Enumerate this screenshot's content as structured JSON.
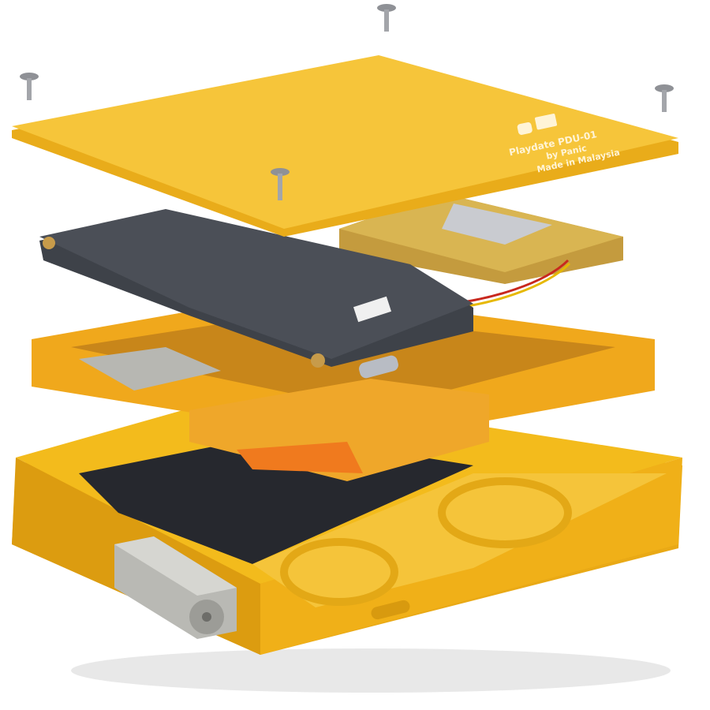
{
  "back_plate": {
    "model_line": "Playdate PDU-01",
    "maker_line": "by Panic",
    "origin_line": "Made in Malaysia"
  },
  "colors": {
    "shell_yellow": "#f3bb1c",
    "plate_yellow": "#f6c53a",
    "frame_orange": "#f0a81c",
    "pcb_gray": "#4b4f57",
    "screen_dark": "#26282e",
    "battery_gold": "#d9b552",
    "crank_silver": "#b9b9b4"
  }
}
